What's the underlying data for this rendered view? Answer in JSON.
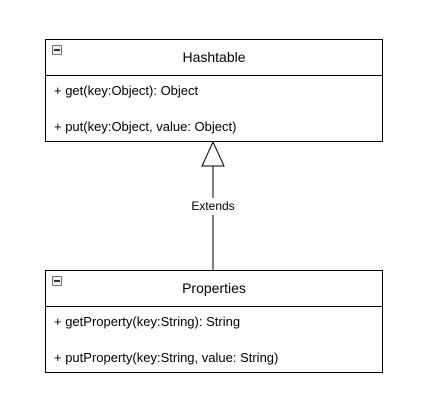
{
  "diagram": {
    "classes": [
      {
        "name": "Hashtable",
        "members": [
          "+ get(key:Object): Object",
          "+ put(key:Object, value: Object)"
        ]
      },
      {
        "name": "Properties",
        "members": [
          "+ getProperty(key:String): String",
          "+ putProperty(key:String, value: String)"
        ]
      }
    ],
    "relationship": {
      "from": "Properties",
      "to": "Hashtable",
      "type": "generalization",
      "label": "Extends"
    },
    "icons": {
      "collapse": "collapse-icon",
      "arrowhead": "hollow-triangle-arrowhead"
    },
    "colors": {
      "stroke": "#000000",
      "fill": "#ffffff"
    }
  }
}
